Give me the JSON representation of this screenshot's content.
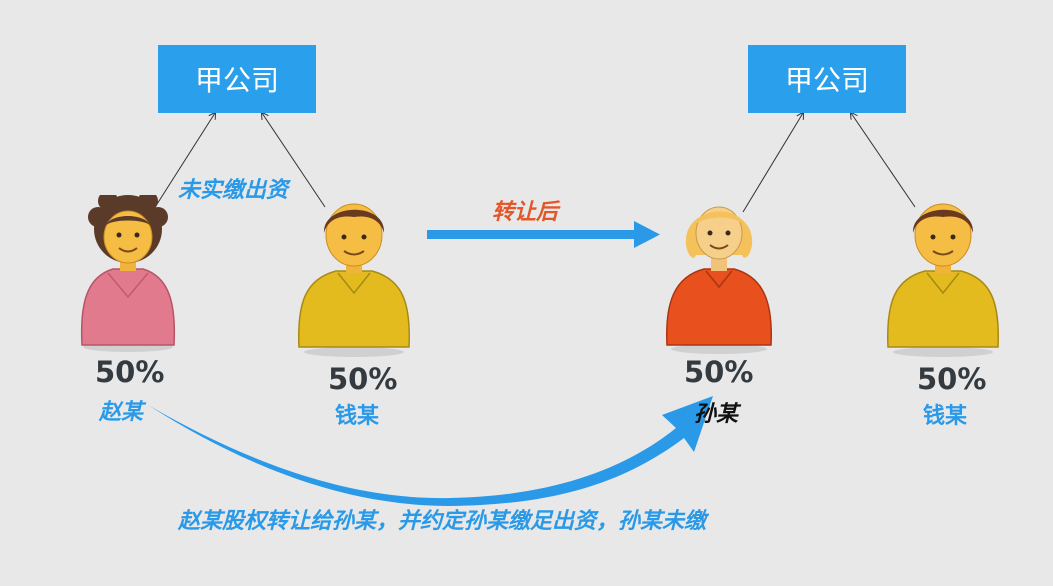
{
  "left_group": {
    "company": "甲公司",
    "shareholders": [
      {
        "name": "赵某",
        "percent": "50%"
      },
      {
        "name": "钱某",
        "percent": "50%"
      }
    ],
    "note": "未实缴出资"
  },
  "transfer_label": "转让后",
  "right_group": {
    "company": "甲公司",
    "shareholders": [
      {
        "name": "孙某",
        "percent": "50%"
      },
      {
        "name": "钱某",
        "percent": "50%"
      }
    ]
  },
  "bottom_note": "赵某股权转让给孙某，并约定孙某缴足出资，孙某未缴",
  "colors": {
    "company_box": "#2aa0ec",
    "accent_blue": "#2a9ae8",
    "accent_red": "#e2572a",
    "person_zhao_shirt": "#e07a8c",
    "person_qian_shirt": "#e3bb1e",
    "person_sun_shirt": "#e8501e"
  },
  "icons": [
    "woman-icon",
    "man-icon",
    "blonde-woman-icon"
  ]
}
